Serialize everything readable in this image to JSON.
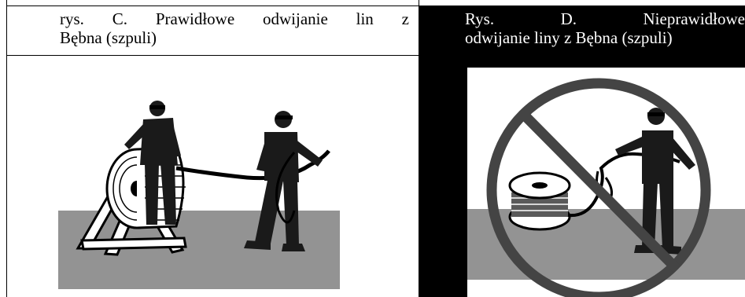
{
  "left_caption": {
    "line1_words": [
      "rys.",
      "C.",
      "Prawidłowe",
      "odwijanie",
      "lin",
      "z"
    ],
    "line2": "Bębna (szpuli)"
  },
  "right_caption": {
    "line1_words": [
      "Rys.",
      "D.",
      "Nieprawidłowe"
    ],
    "line2": "odwijanie liny z Bębna (szpuli)"
  },
  "icons": {
    "left_illustration": "correct-unwinding-illustration",
    "right_illustration": "incorrect-unwinding-illustration",
    "prohibition": "no-symbol-icon"
  },
  "colors": {
    "ground": "#939393",
    "prohibition_ring": "#444444"
  }
}
